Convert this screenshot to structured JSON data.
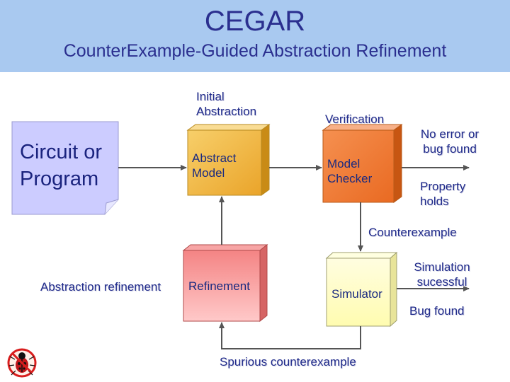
{
  "header": {
    "title": "CEGAR",
    "subtitle": "CounterExample-Guided Abstraction Refinement"
  },
  "nodes": {
    "circuit": "Circuit or Program",
    "abstract_model": "Abstract Model",
    "model_checker": "Model Checker",
    "refinement": "Refinement",
    "simulator": "Simulator"
  },
  "labels": {
    "initial_abstraction": "Initial Abstraction",
    "verification": "Verification",
    "no_error": "No error or bug found",
    "property_holds": "Property holds",
    "counterexample": "Counterexample",
    "abstraction_refinement": "Abstraction refinement",
    "simulation_successful": "Simulation sucessful",
    "bug_found": "Bug found",
    "spurious": "Spurious counterexample"
  },
  "icons": {
    "logo": "ladybug-no-bugs-icon"
  },
  "colors": {
    "header_bg": "#a9c9f0",
    "title": "#2b2f8f",
    "text": "#1a2a80",
    "document": "#ccccff",
    "abstract_model": "#f2b840",
    "model_checker": "#f07a30",
    "refinement": "#f78b8b",
    "simulator": "#ffffc8"
  }
}
